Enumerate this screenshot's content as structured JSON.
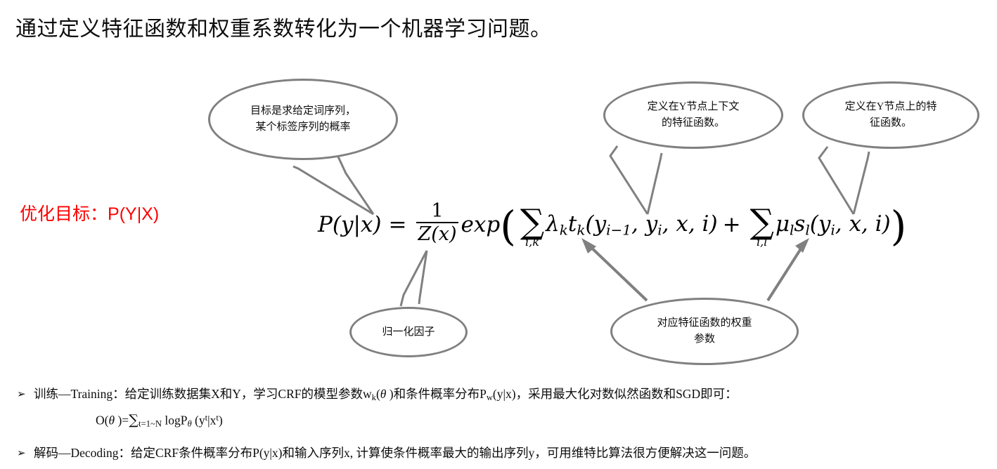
{
  "slide": {
    "title": "通过定义特征函数和权重系数转化为一个机器学习问题。",
    "objective_label_cn": "优化目标：",
    "objective_label_math": "P(Y|X)",
    "objective_color": "#ff0000",
    "outline_color": "#808080"
  },
  "formula": {
    "plain": "P(y|x) = 1/Z(x) exp( Σ_{i,k} λ_k t_k(y_{i−1}, y_i, x, i) + Σ_{i,l} μ_l s_l(y_i, x, i) )",
    "lhs": "P(y|x)",
    "equals": "=",
    "frac_numerator": "1",
    "frac_denominator": "Z(x)",
    "exp": "exp",
    "open_paren": "(",
    "sum1_symbol": "∑",
    "sum1_subscript": "i,k",
    "term1": "λ",
    "term1_sub": "k",
    "term2": "t",
    "term2_sub": "k",
    "term1_args": "(y",
    "term1_args_sub": "i−1",
    "term1_args_rest": ", y",
    "term1_args_sub2": "i",
    "term1_args_tail": ", x, i)",
    "plus": "+",
    "sum2_symbol": "∑",
    "sum2_subscript": "i,l",
    "term3": "μ",
    "term3_sub": "l",
    "term4": "s",
    "term4_sub": "l",
    "term3_args": "(y",
    "term3_args_sub": "i",
    "term3_args_tail": ", x, i)",
    "close_paren": ")"
  },
  "callouts": [
    {
      "id": "goal",
      "line1": "目标是求给定词序列，",
      "line2": "某个标签序列的概率"
    },
    {
      "id": "context-fn",
      "line1": "定义在Y节点上下文",
      "line2": "的特征函数。"
    },
    {
      "id": "node-fn",
      "line1": "定义在Y节点上的特",
      "line2": "征函数。"
    },
    {
      "id": "normalizer",
      "line1": "归一化因子",
      "line2": ""
    },
    {
      "id": "weights",
      "line1": "对应特征函数的权重",
      "line2": "参数"
    }
  ],
  "bullets": [
    {
      "marker": "➢",
      "parts": [
        {
          "t": "训练—Training：给定训练数据集X和Y，学习CRF的模型参数w"
        },
        {
          "t": "k",
          "style": "sub"
        },
        {
          "t": "("
        },
        {
          "t": "θ",
          "style": "italic"
        },
        {
          "t": " )和条件概率分布P"
        },
        {
          "t": "w",
          "style": "sub"
        },
        {
          "t": "(y|x)，采用最大化对数似然函数和SGD即可："
        }
      ],
      "subline": [
        {
          "t": "O("
        },
        {
          "t": "θ",
          "style": "italic"
        },
        {
          "t": " )="
        },
        {
          "t": "∑",
          "style": "sigma"
        },
        {
          "t": "t=1~N",
          "style": "sub"
        },
        {
          "t": " logP"
        },
        {
          "t": "θ",
          "style": "sub-italic"
        },
        {
          "t": " (y"
        },
        {
          "t": "t",
          "style": "sup"
        },
        {
          "t": "|x"
        },
        {
          "t": "t",
          "style": "sup"
        },
        {
          "t": ")"
        }
      ]
    },
    {
      "marker": "➢",
      "parts": [
        {
          "t": "解码—Decoding：给定CRF条件概率分布P(y|x)和输入序列x, 计算使条件概率最大的输出序列y，可用维特比算法很方便解决这一问题。"
        }
      ],
      "subline": []
    }
  ]
}
